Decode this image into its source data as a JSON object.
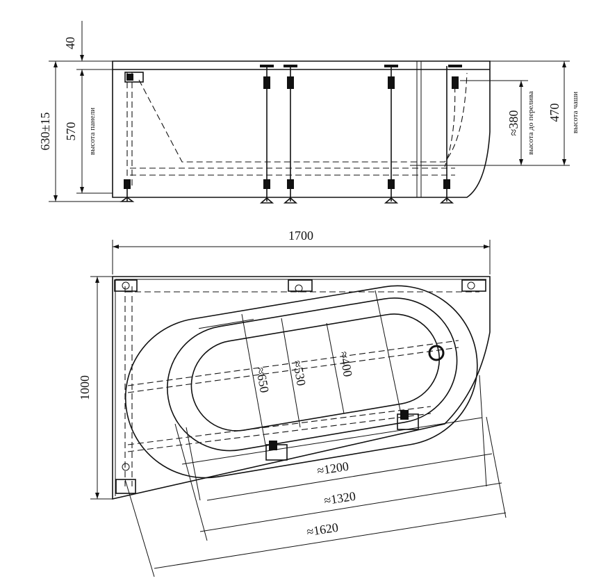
{
  "side_view": {
    "dim_top": "40",
    "dim_total": "630±15",
    "dim_panel": "570",
    "label_panel": "высота панели",
    "dim_overflow": "≈380",
    "label_overflow": "высота до перелива",
    "dim_bowl": "470",
    "label_bowl": "высота чаши"
  },
  "top_view": {
    "dim_length": "1700",
    "dim_width": "1000",
    "dim_650": "≈650",
    "dim_530": "≈530",
    "dim_400": "≈400",
    "dim_1200": "≈1200",
    "dim_1320": "≈1320",
    "dim_1620": "≈1620"
  }
}
